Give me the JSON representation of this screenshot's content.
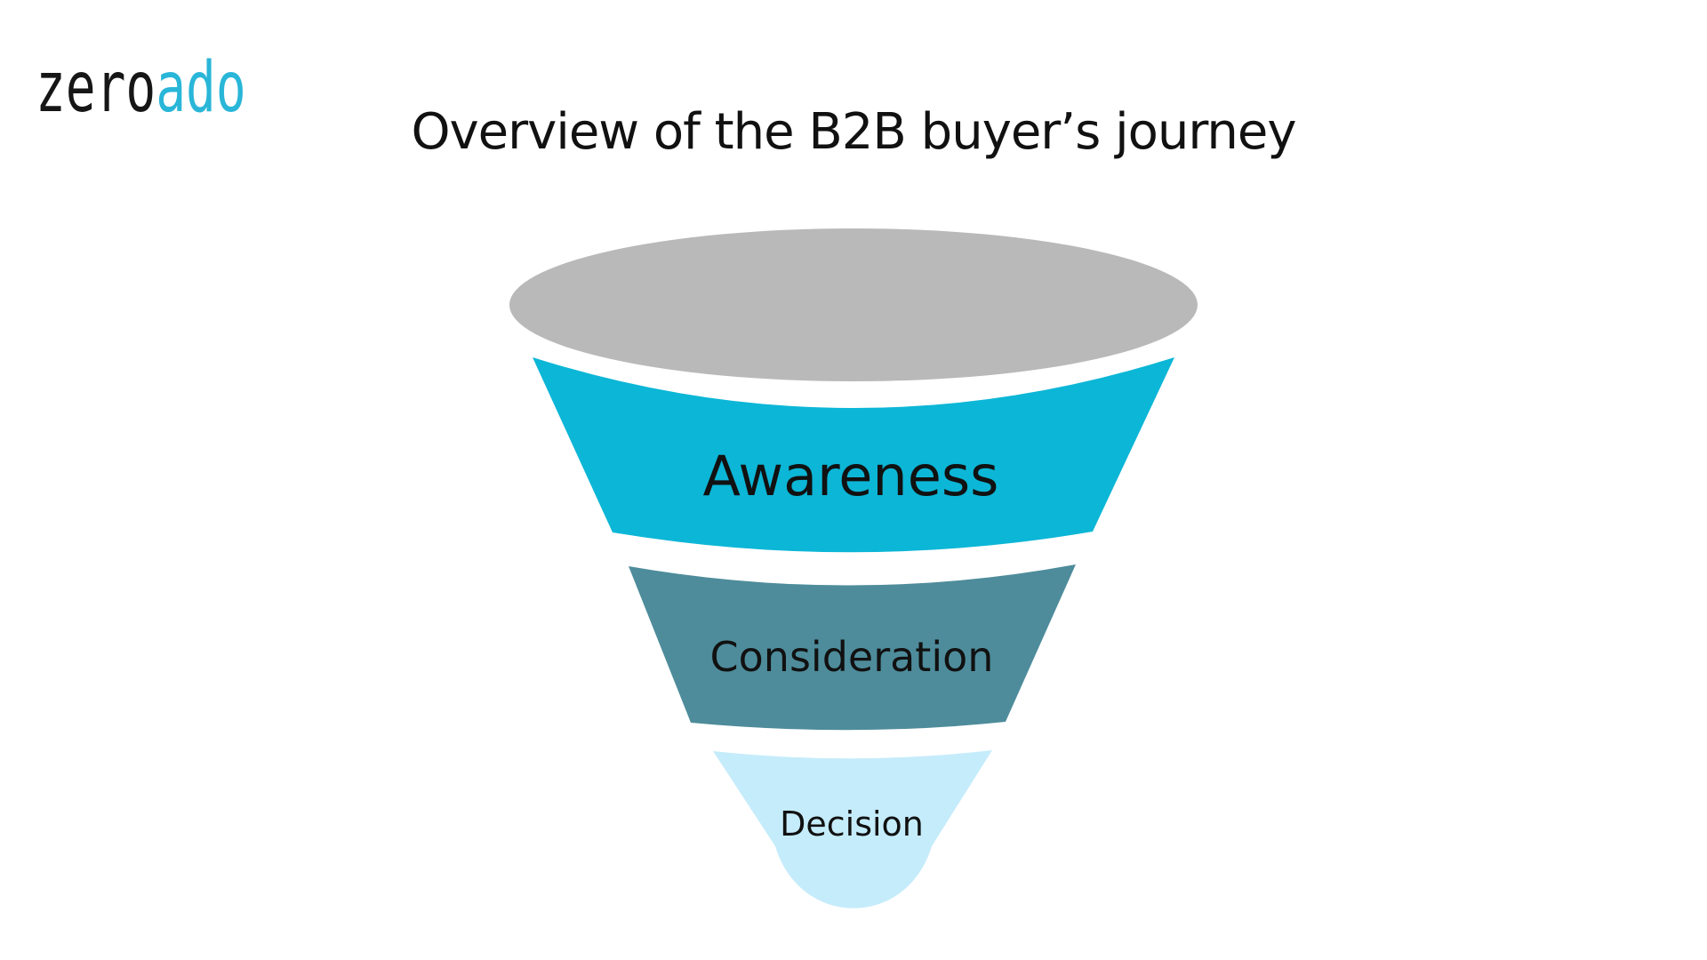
{
  "logo": {
    "text_black": "zero",
    "text_accent": "ado"
  },
  "title": "Overview of the B2B buyer’s journey",
  "funnel": {
    "top_color": "#b9b9b9",
    "stages": [
      {
        "label": "Awareness",
        "color": "#0cb6d6"
      },
      {
        "label": "Consideration",
        "color": "#4e8c9b"
      },
      {
        "label": "Decision",
        "color": "#c5ecfb"
      }
    ]
  },
  "colors": {
    "background": "#ffffff",
    "logo_accent": "#29b6d8",
    "text": "#111111",
    "funnel_top_gray": "#b9b9b9",
    "awareness_cyan": "#0cb6d6",
    "consideration_teal": "#4e8c9b",
    "decision_light_blue": "#c5ecfb"
  }
}
